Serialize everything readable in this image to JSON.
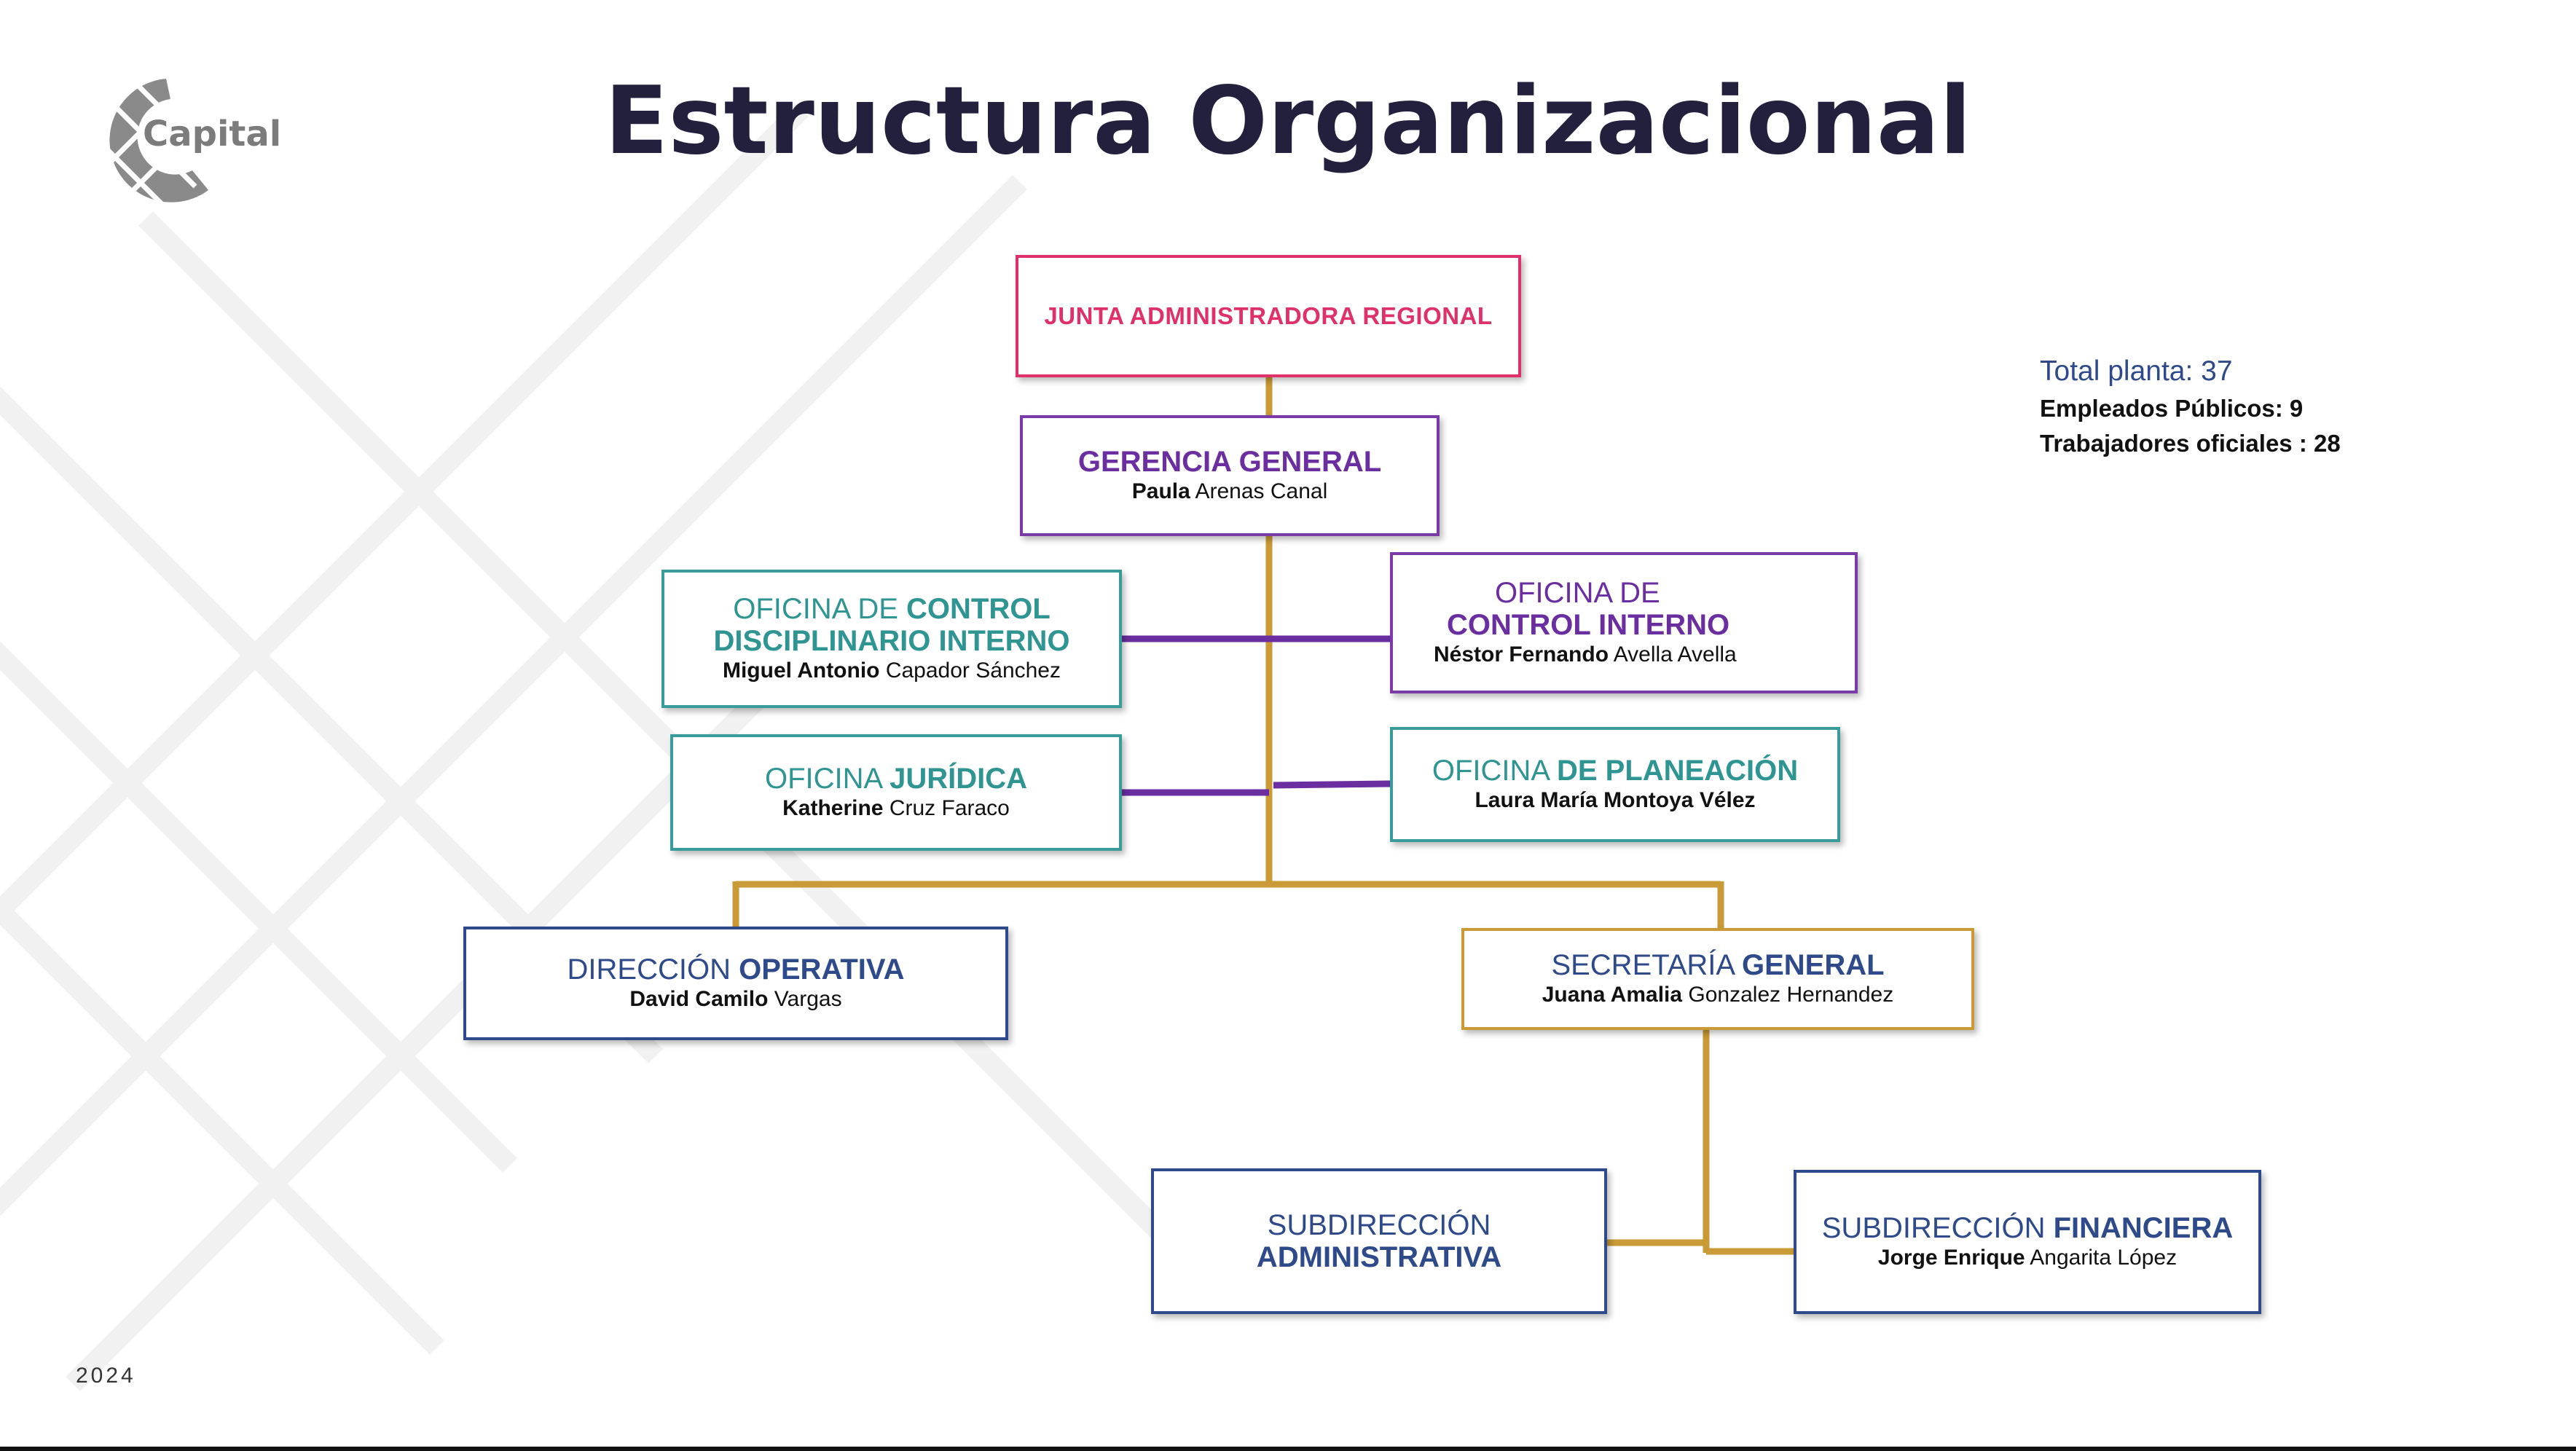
{
  "header": {
    "logo_text": "Capital",
    "title": "Estructura Organizacional"
  },
  "stats": {
    "total": "Total planta: 37",
    "public_employees": "Empleados Públicos: 9",
    "official_workers": "Trabajadores oficiales : 28"
  },
  "footer": {
    "year": "2024"
  },
  "nodes": {
    "junta": {
      "line1": "JUNTA ADMINISTRADORA REGIONAL"
    },
    "gerencia": {
      "bold": "GERENCIA GENERAL",
      "person_first": "Paula",
      "person_rest": " Arenas Canal"
    },
    "disciplinario": {
      "line1_plain": "OFICINA DE ",
      "line1_bold": "CONTROL",
      "line2": "DISCIPLINARIO INTERNO",
      "person_first": "Miguel Antonio",
      "person_rest": " Capador Sánchez"
    },
    "control_interno": {
      "line1": "OFICINA DE",
      "line2": "CONTROL INTERNO",
      "person_first": "Néstor Fernando",
      "person_rest": " Avella Avella"
    },
    "juridica": {
      "plain": "OFICINA ",
      "bold": "JURÍDICA",
      "person_first": "Katherine",
      "person_rest": " Cruz Faraco"
    },
    "planeacion": {
      "plain": "OFICINA ",
      "bold": "DE PLANEACIÓN",
      "person": "Laura María Montoya Vélez"
    },
    "operativa": {
      "plain": "DIRECCIÓN ",
      "bold": "OPERATIVA",
      "person_first": "David Camilo",
      "person_rest": " Vargas"
    },
    "secretaria": {
      "plain": "SECRETARÍA ",
      "bold": "GENERAL",
      "person_first": "Juana Amalia",
      "person_rest": " Gonzalez Hernandez"
    },
    "administrativa": {
      "line1": "SUBDIRECCIÓN",
      "line2": "ADMINISTRATIVA"
    },
    "financiera": {
      "plain": "SUBDIRECCIÓN ",
      "bold": "FINANCIERA",
      "person_first": "Jorge Enrique",
      "person_rest": " Angarita López"
    }
  },
  "colors": {
    "gold_connector": "#c99a35",
    "purple_connector": "#6a2ea0",
    "title": "#22203d",
    "pink": "#e0306a",
    "teal": "#2f9593",
    "navy": "#2f4a8a"
  }
}
